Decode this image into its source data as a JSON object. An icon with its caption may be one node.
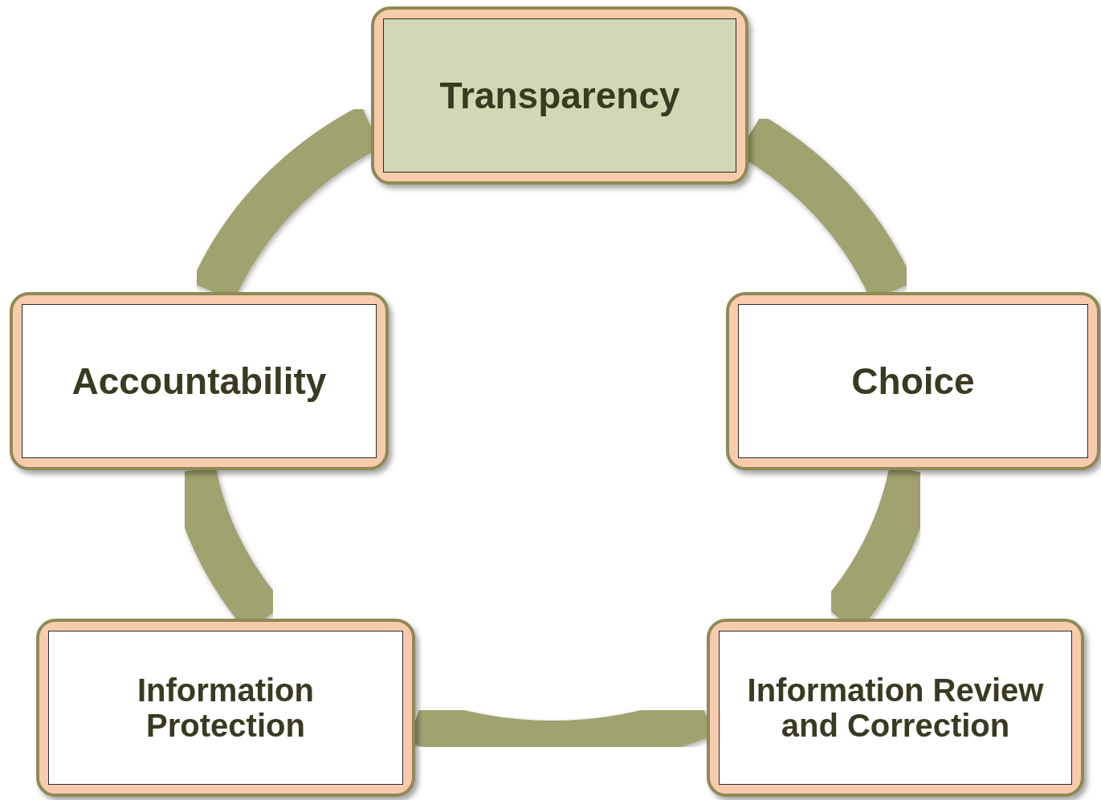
{
  "diagram": {
    "nodes": [
      {
        "text": [
          "Transparency"
        ]
      },
      {
        "text": [
          "Accountability"
        ]
      },
      {
        "text": [
          "Choice"
        ]
      },
      {
        "text": [
          "Information Protection"
        ]
      },
      {
        "text": [
          "Information Review and Correction"
        ]
      }
    ],
    "edges": [
      {
        "from": 0,
        "to": 2,
        "arrow": "none"
      },
      {
        "from": 2,
        "to": 4,
        "arrow": "none"
      },
      {
        "from": 4,
        "to": 3,
        "arrow": "none"
      },
      {
        "from": 3,
        "to": 1,
        "arrow": "none"
      },
      {
        "from": 1,
        "to": 0,
        "arrow": "none"
      }
    ]
  }
}
